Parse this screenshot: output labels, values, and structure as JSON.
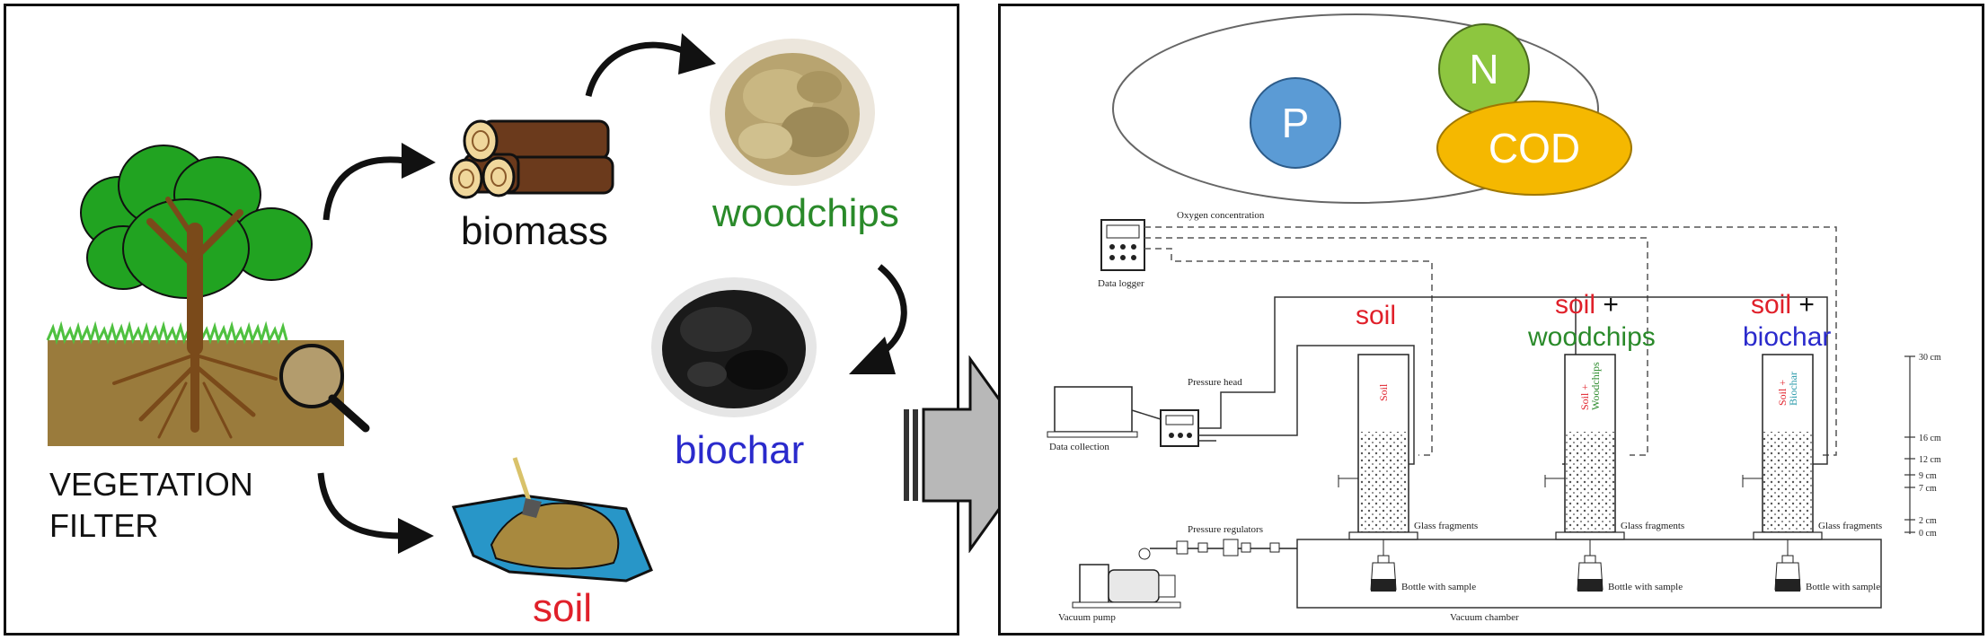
{
  "left": {
    "biomass": "biomass",
    "woodchips": "woodchips",
    "biochar": "biochar",
    "soil": "soil",
    "vegetation_line1": "VEGETATION",
    "vegetation_line2": "FILTER"
  },
  "right": {
    "nutrients": {
      "p": "P",
      "n": "N",
      "cod": "COD"
    },
    "col1": {
      "top": "soil",
      "tube": "Soil"
    },
    "col2": {
      "top_a": "soil",
      "plus": "+",
      "top_b": "woodchips",
      "tube_a": "Soil +",
      "tube_b": "Woodchips"
    },
    "col3": {
      "top_a": "soil",
      "plus": "+",
      "top_b": "biochar",
      "tube_a": "Soil +",
      "tube_b": "Biochar"
    },
    "labels": {
      "oxygen": "Oxygen concentration",
      "data_logger": "Data logger",
      "pressure_head": "Pressure head",
      "data_collection": "Data collection",
      "pressure_regulators": "Pressure regulators",
      "vacuum_pump": "Vacuum pump",
      "vacuum_chamber": "Vacuum chamber",
      "glass": "Glass fragments",
      "bottle": "Bottle with sample"
    },
    "scale": [
      "30 cm",
      "16 cm",
      "12 cm",
      "9 cm",
      "7 cm",
      "2 cm",
      "0 cm"
    ]
  },
  "colors": {
    "red": "#e0202a",
    "green": "#2a8a2a",
    "blue": "#2a2acc",
    "p_fill": "#5b9bd5",
    "n_fill": "#8dc63f",
    "cod_fill": "#f5b800"
  }
}
